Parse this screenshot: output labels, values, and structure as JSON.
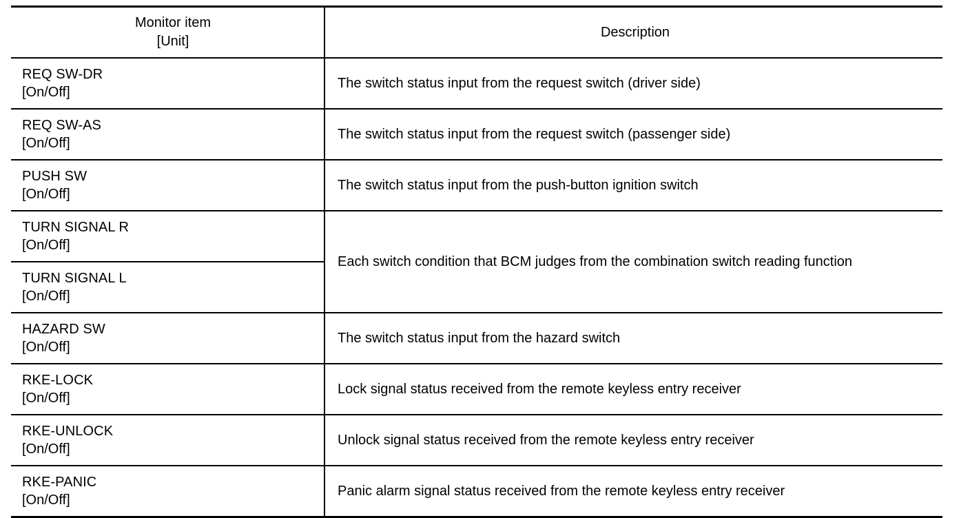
{
  "table": {
    "headers": {
      "item": "Monitor item",
      "item_unit": "[Unit]",
      "description": "Description"
    },
    "rows": [
      {
        "name": "REQ SW-DR",
        "unit": "[On/Off]",
        "description": "The switch status input from the request switch (driver side)",
        "merged_with_next": false,
        "continues_previous": false
      },
      {
        "name": "REQ SW-AS",
        "unit": "[On/Off]",
        "description": "The switch status input from the request switch (passenger side)",
        "merged_with_next": false,
        "continues_previous": false
      },
      {
        "name": "PUSH SW",
        "unit": "[On/Off]",
        "description": "The switch status input from the push-button ignition switch",
        "merged_with_next": false,
        "continues_previous": false
      },
      {
        "name": "TURN SIGNAL R",
        "unit": "[On/Off]",
        "description": "Each switch condition that BCM judges from the combination switch reading function",
        "merged_with_next": true,
        "continues_previous": false
      },
      {
        "name": "TURN SIGNAL L",
        "unit": "[On/Off]",
        "description": "",
        "merged_with_next": false,
        "continues_previous": true
      },
      {
        "name": "HAZARD SW",
        "unit": "[On/Off]",
        "description": "The switch status input from the hazard switch",
        "merged_with_next": false,
        "continues_previous": false
      },
      {
        "name": "RKE-LOCK",
        "unit": "[On/Off]",
        "description": "Lock signal status received from the remote keyless entry receiver",
        "merged_with_next": false,
        "continues_previous": false
      },
      {
        "name": "RKE-UNLOCK",
        "unit": "[On/Off]",
        "description": "Unlock signal status received from the remote keyless entry receiver",
        "merged_with_next": false,
        "continues_previous": false
      },
      {
        "name": "RKE-PANIC",
        "unit": "[On/Off]",
        "description": "Panic alarm signal status received from the remote keyless entry receiver",
        "merged_with_next": false,
        "continues_previous": false
      }
    ]
  }
}
